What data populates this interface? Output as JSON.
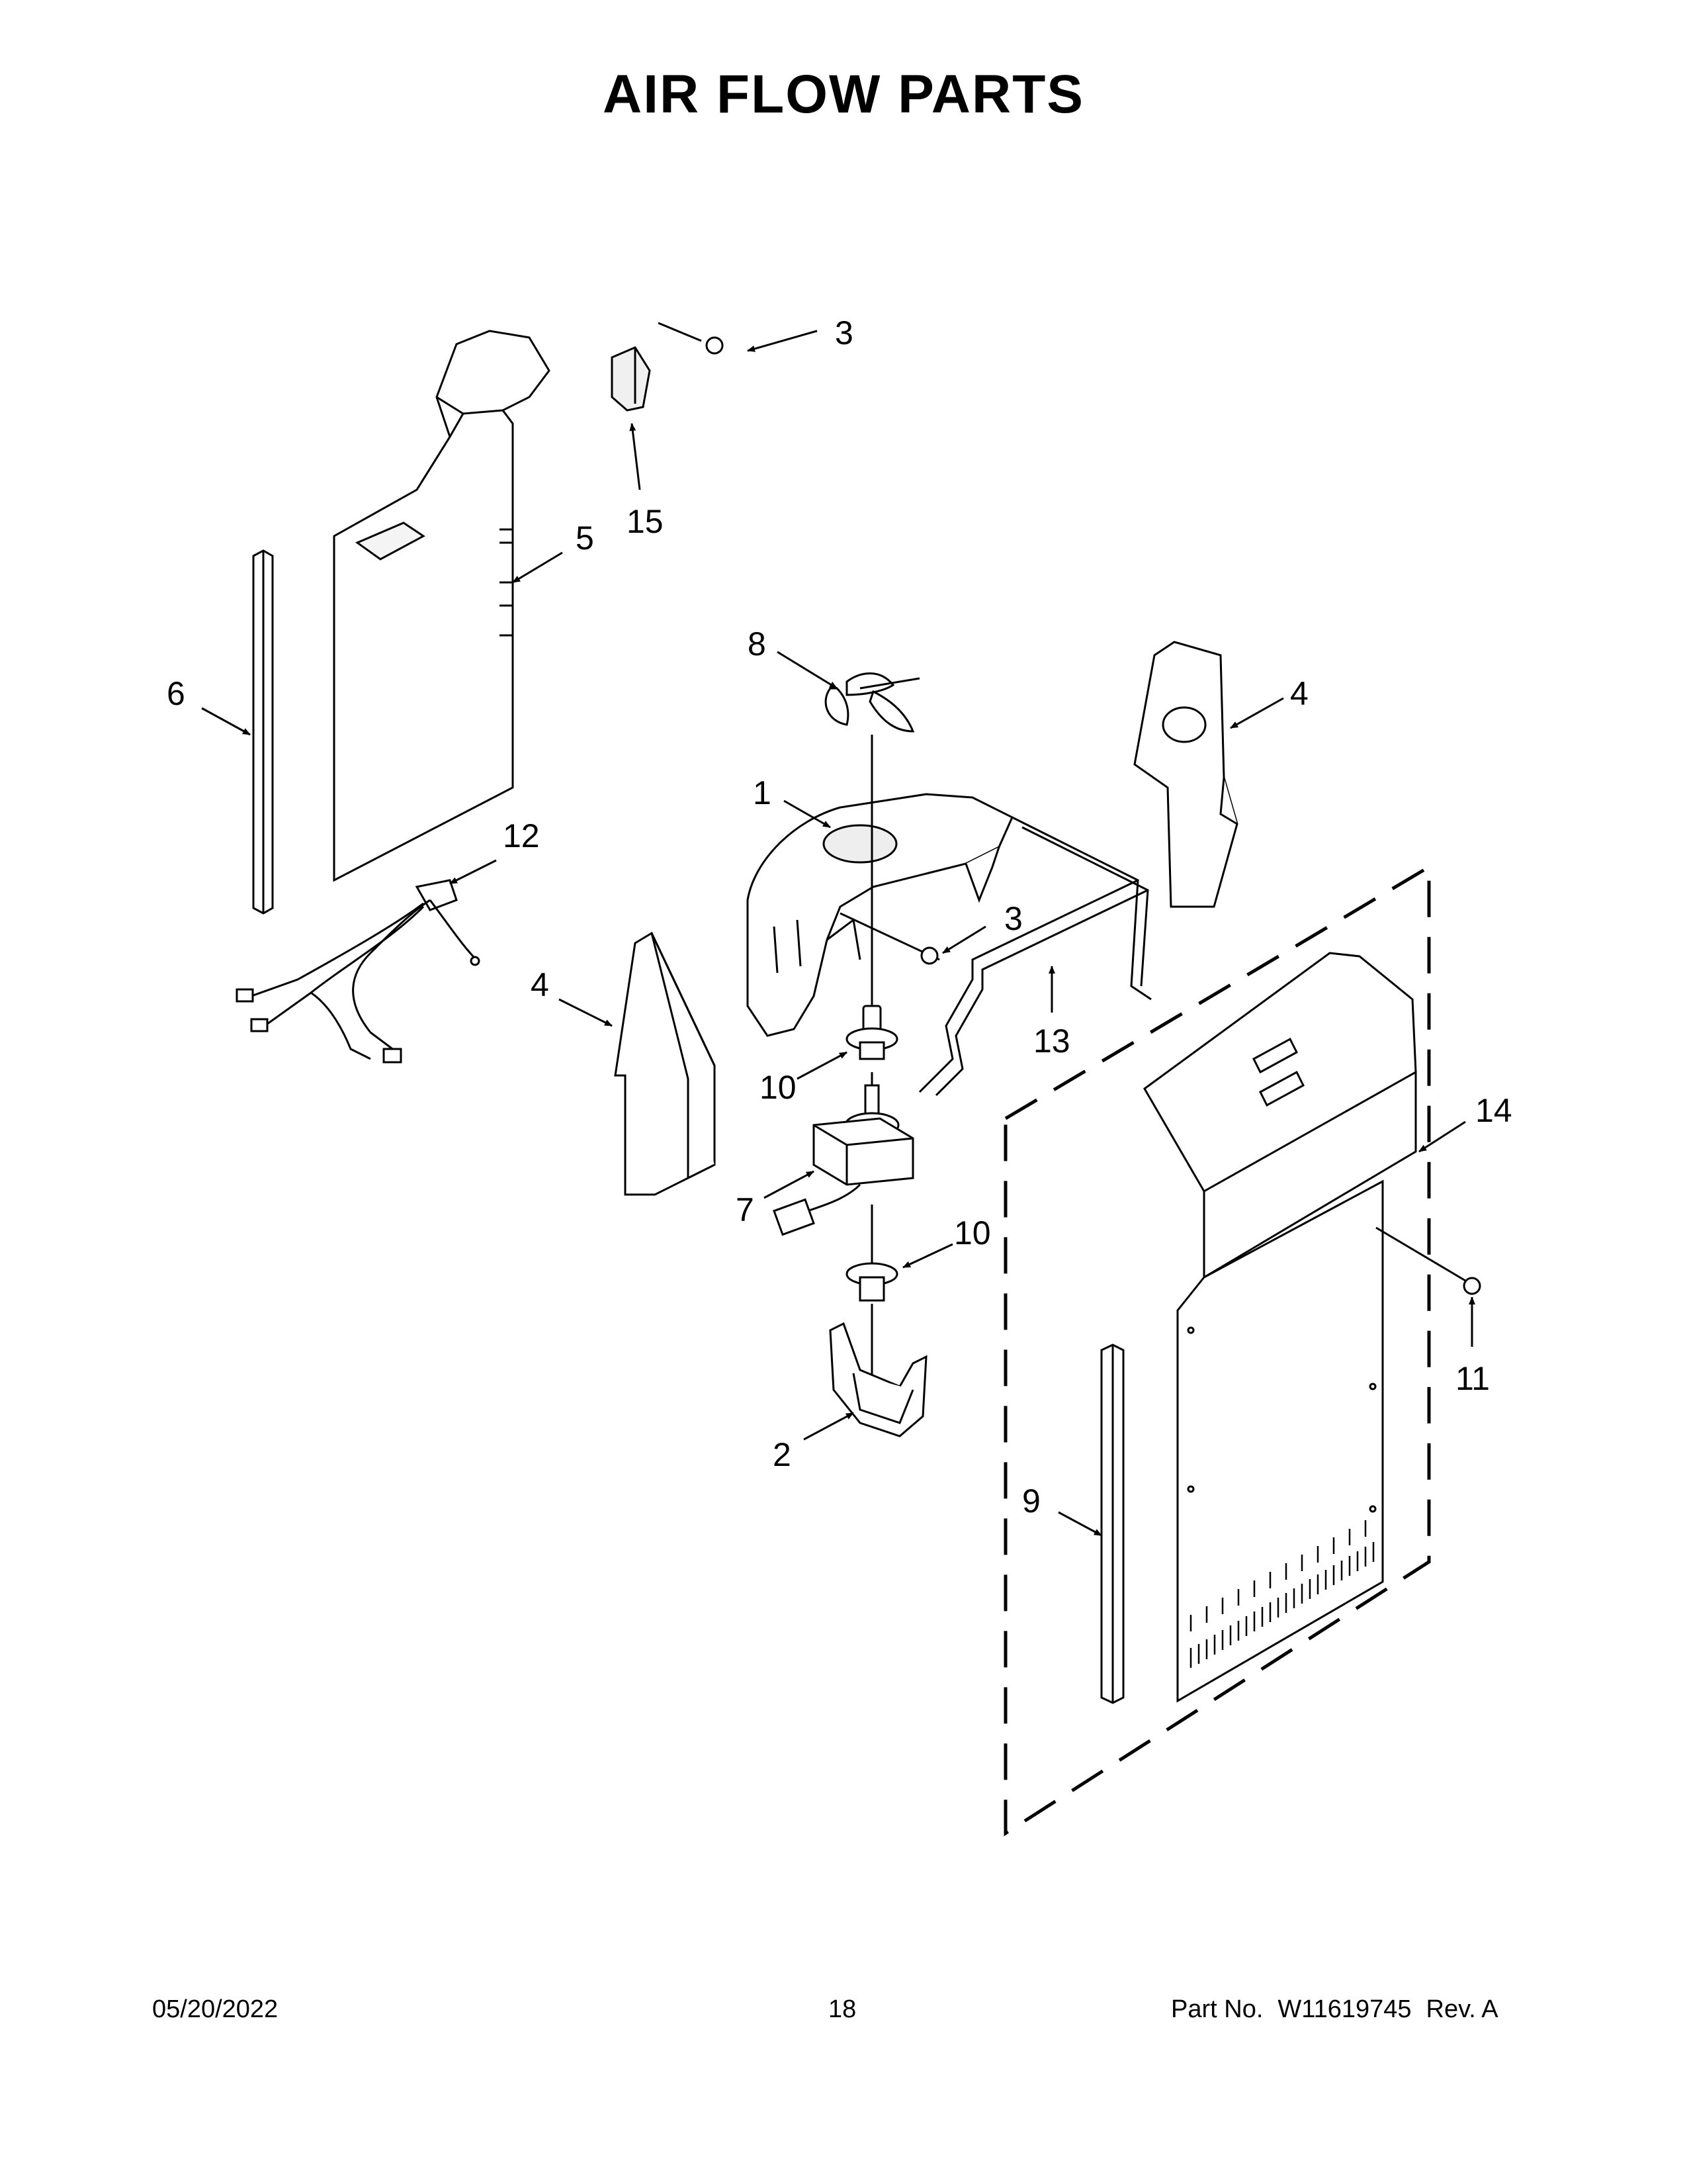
{
  "title": "AIR FLOW PARTS",
  "callouts": {
    "c1": "1",
    "c2": "2",
    "c3a": "3",
    "c3b": "3",
    "c4a": "4",
    "c4b": "4",
    "c5": "5",
    "c6": "6",
    "c7": "7",
    "c8": "8",
    "c9": "9",
    "c10a": "10",
    "c10b": "10",
    "c11": "11",
    "c12": "12",
    "c13": "13",
    "c14": "14",
    "c15": "15"
  },
  "footer": {
    "date": "05/20/2022",
    "page": "18",
    "part_label": "Part No.",
    "part_number": "W11619745",
    "revision": "Rev. A"
  }
}
